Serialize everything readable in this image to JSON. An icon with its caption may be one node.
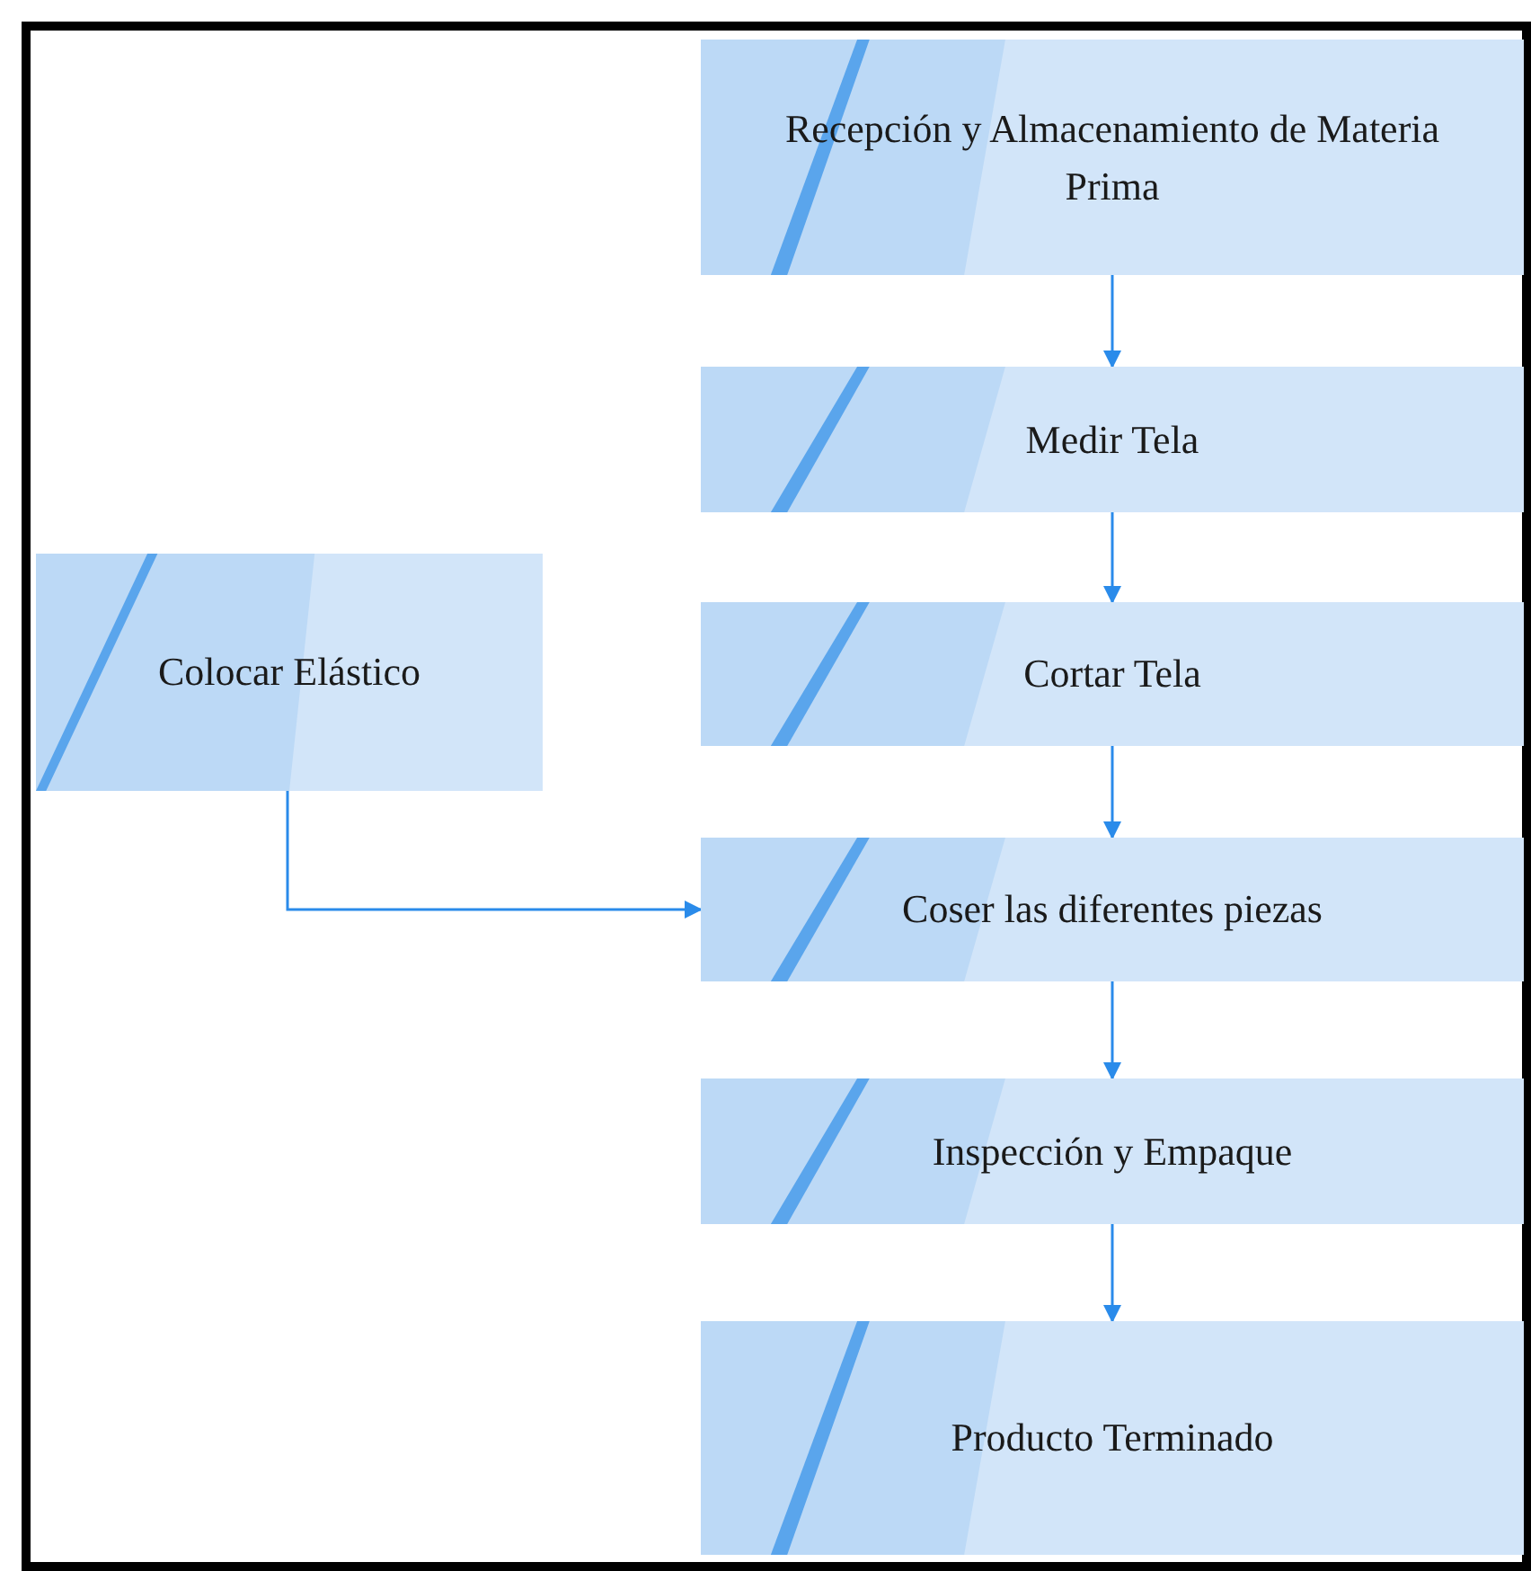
{
  "diagram": {
    "nodes": [
      {
        "text": [
          "Recepción y Almacenamiento de Materia Prima"
        ]
      },
      {
        "text": [
          "Medir Tela"
        ]
      },
      {
        "text": [
          "Cortar Tela"
        ]
      },
      {
        "text": [
          "Coser las diferentes piezas"
        ]
      },
      {
        "text": [
          "Inspección y Empaque"
        ]
      },
      {
        "text": [
          "Producto Terminado"
        ]
      },
      {
        "text": [
          "Colocar Elástico"
        ]
      }
    ],
    "edges": [
      {
        "from": 0,
        "to": 1,
        "arrow": "to"
      },
      {
        "from": 1,
        "to": 2,
        "arrow": "to"
      },
      {
        "from": 2,
        "to": 3,
        "arrow": "to"
      },
      {
        "from": 3,
        "to": 4,
        "arrow": "to"
      },
      {
        "from": 4,
        "to": 5,
        "arrow": "to"
      },
      {
        "from": 6,
        "to": 3,
        "arrow": "to"
      }
    ]
  }
}
